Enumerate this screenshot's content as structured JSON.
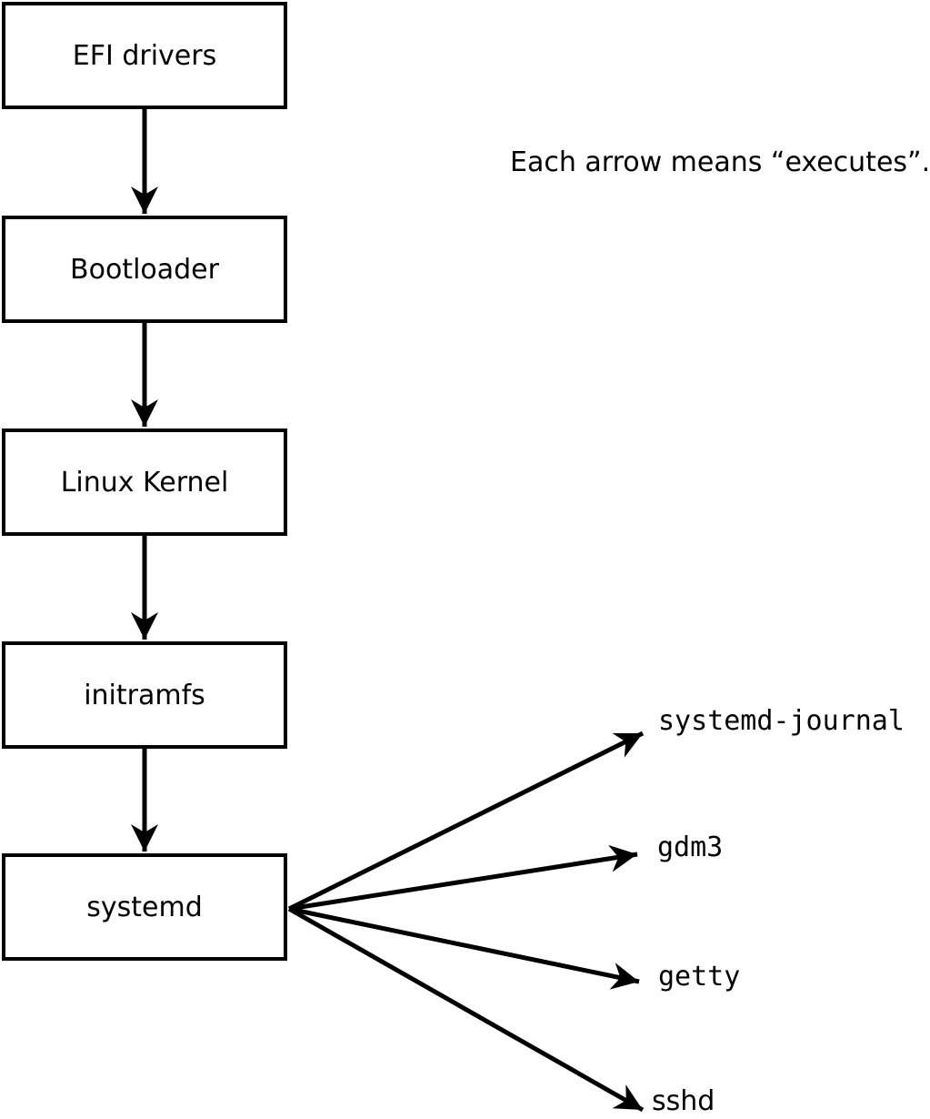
{
  "diagram": {
    "note": "Each arrow means “executes”.",
    "nodes": [
      {
        "label": "EFI drivers"
      },
      {
        "label": "Bootloader"
      },
      {
        "label": "Linux Kernel"
      },
      {
        "label": "initramfs"
      },
      {
        "label": "systemd"
      }
    ],
    "targets": [
      {
        "label": "systemd-journal"
      },
      {
        "label": "gdm3"
      },
      {
        "label": "getty"
      },
      {
        "label": "sshd"
      }
    ],
    "colors": {
      "ink": "#000000",
      "background": "#ffffff"
    }
  }
}
